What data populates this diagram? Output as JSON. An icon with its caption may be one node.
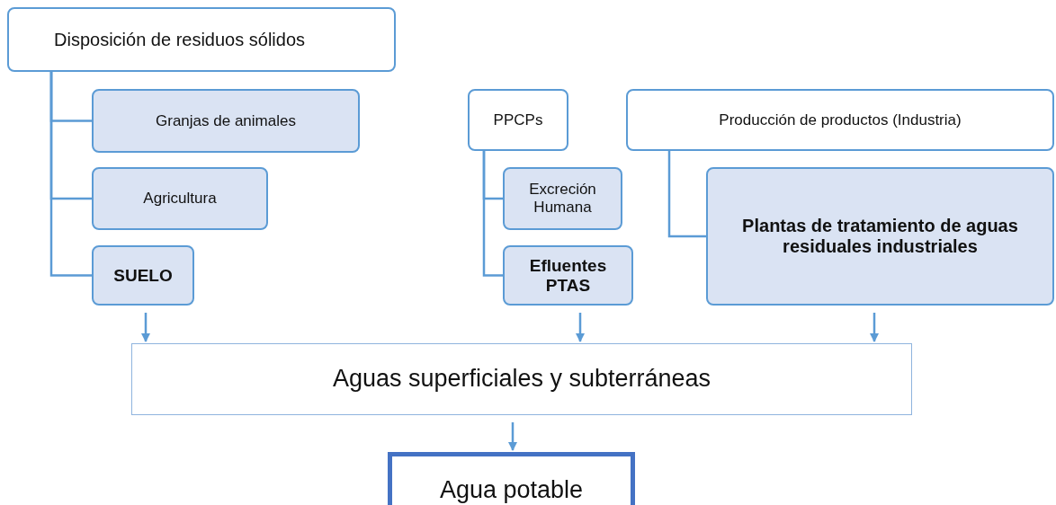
{
  "diagram": {
    "nodes": [
      {
        "text": [
          "Disposición de residuos sólidos"
        ]
      },
      {
        "text": [
          "Granjas de animales"
        ]
      },
      {
        "text": [
          "Agricultura"
        ]
      },
      {
        "text": [
          "SUELO"
        ]
      },
      {
        "text": [
          "PPCPs"
        ]
      },
      {
        "text": [
          "Excreción Humana"
        ]
      },
      {
        "text": [
          "Efluentes PTAS"
        ]
      },
      {
        "text": [
          "Producción de productos (Industria)"
        ]
      },
      {
        "text": [
          "Plantas de tratamiento de aguas residuales industriales"
        ]
      },
      {
        "text": [
          "Aguas superficiales y subterráneas"
        ]
      },
      {
        "text": [
          "Agua potable"
        ]
      }
    ],
    "edges": [
      {
        "from": 0,
        "to": 1,
        "arrow": "none"
      },
      {
        "from": 0,
        "to": 2,
        "arrow": "none"
      },
      {
        "from": 0,
        "to": 3,
        "arrow": "none"
      },
      {
        "from": 4,
        "to": 5,
        "arrow": "none"
      },
      {
        "from": 4,
        "to": 6,
        "arrow": "none"
      },
      {
        "from": 7,
        "to": 8,
        "arrow": "none"
      },
      {
        "from": 3,
        "to": 9,
        "arrow": "to"
      },
      {
        "from": 6,
        "to": 9,
        "arrow": "to"
      },
      {
        "from": 8,
        "to": 9,
        "arrow": "to"
      },
      {
        "from": 9,
        "to": 10,
        "arrow": "to"
      }
    ]
  }
}
